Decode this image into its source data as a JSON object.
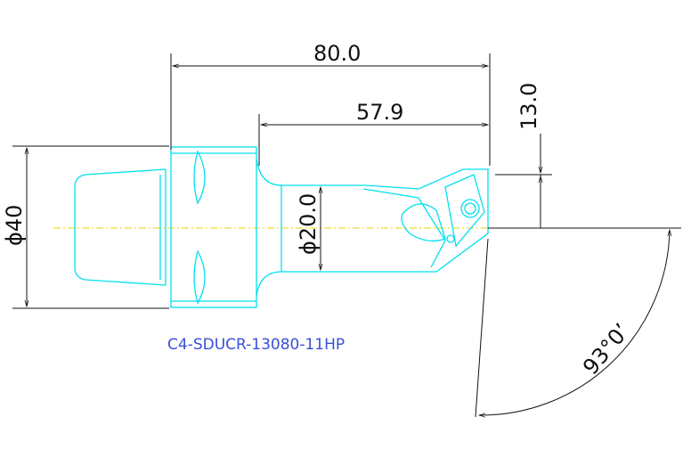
{
  "dimensions": {
    "overall_length": "80.0",
    "head_length": "57.9",
    "offset": "13.0",
    "shank_diameter": "ϕ40",
    "bar_diameter": "ϕ20.0",
    "approach_angle": "93°0’"
  },
  "part_number": "C4-SDUCR-13080-11HP",
  "colors": {
    "tool_outline": "#00e0f0",
    "dimension_lines": "#111111",
    "centerline": "#e6d800",
    "part_label": "#3a4fd8"
  }
}
